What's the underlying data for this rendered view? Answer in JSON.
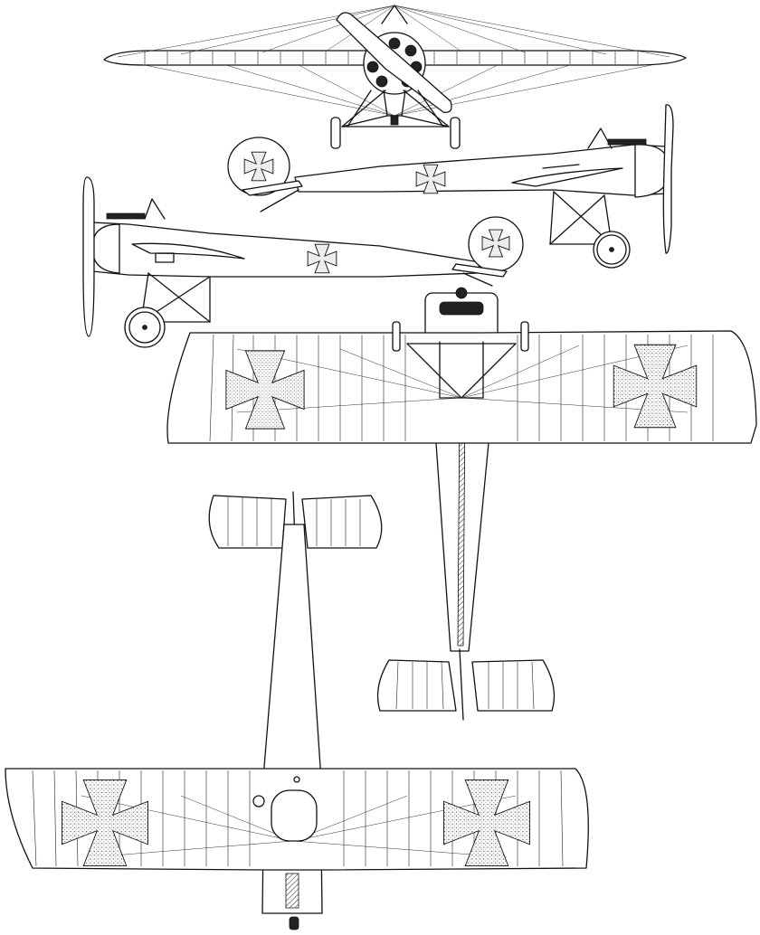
{
  "drawing": {
    "views": [
      "front-view",
      "side-view-right",
      "side-view-left",
      "top-view",
      "bottom-view"
    ],
    "insignia": "iron-cross",
    "line_color": "#111111",
    "background": "#ffffff"
  }
}
